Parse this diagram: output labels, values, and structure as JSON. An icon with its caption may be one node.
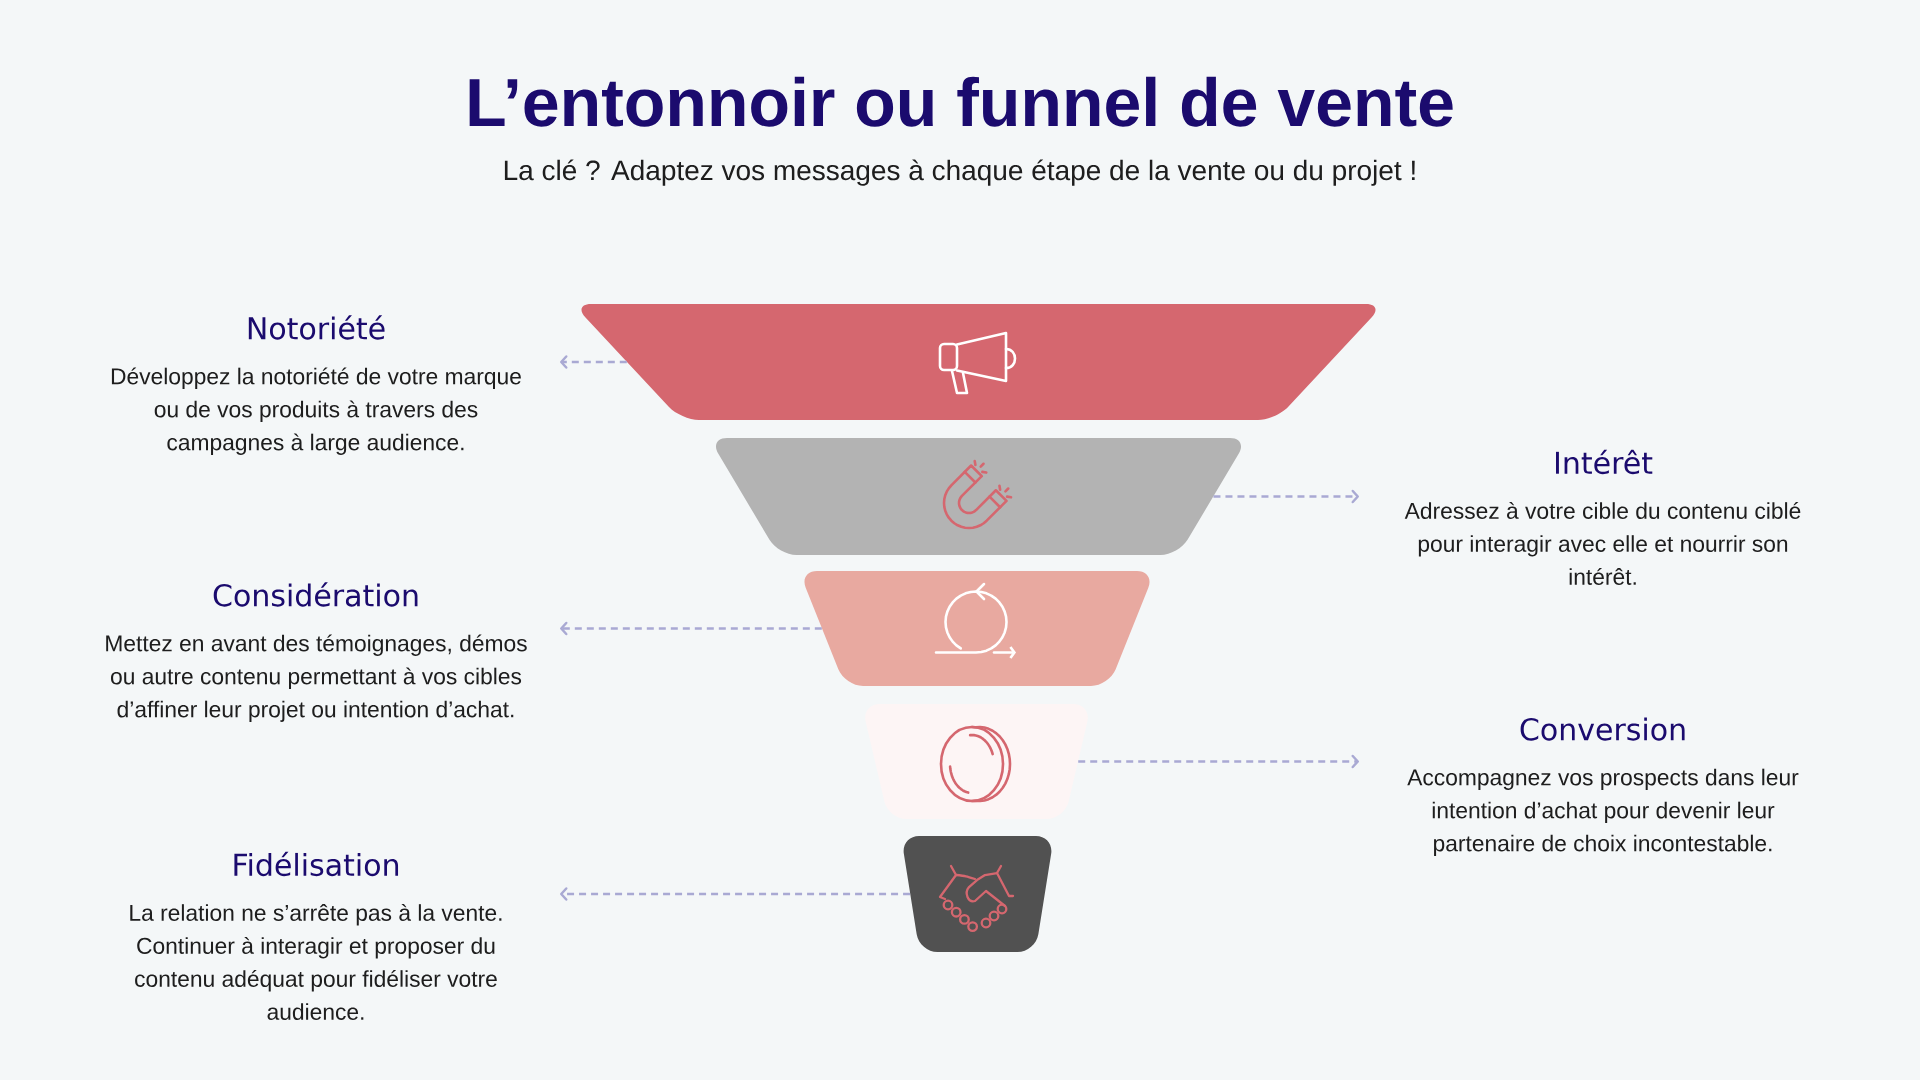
{
  "diagram": {
    "title": "L’entonnoir ou funnel de vente",
    "nodes": [
      {
        "text": [
          "Notoriété",
          "Développez la notoriété de votre marque ou de vos produits à travers des campagnes à large audience."
        ]
      },
      {
        "text": [],
        "shape": "trapezoid"
      },
      {
        "text": [],
        "shape": "trapezoid"
      },
      {
        "text": [
          "Intérêt",
          "Adressez à votre cible du contenu ciblé pour interagir avec elle et nourrir son intérêt."
        ]
      },
      {
        "text": [
          "Considération",
          "Mettez en avant des témoignages, démos ou autre contenu permettant à vos cibles d’affiner leur projet ou intention d’achat."
        ]
      },
      {
        "text": [],
        "shape": "trapezoid"
      },
      {
        "text": [],
        "shape": "trapezoid"
      },
      {
        "text": [
          "Conversion",
          "Accompagnez vos prospects dans leur intention d’achat pour devenir leur partenaire de choix incontestable."
        ]
      },
      {
        "text": [
          "Fidélisation",
          "La relation ne s’arrête pas à la vente. Continuer à interagir et proposer du contenu adéquat pour fidéliser votre audience."
        ]
      },
      {
        "text": [],
        "shape": "trapezoid"
      }
    ],
    "edges": [
      {
        "from": 1,
        "to": 0,
        "arrow": "to",
        "style": "dashed"
      },
      {
        "from": 2,
        "to": 3,
        "arrow": "to",
        "style": "dashed"
      },
      {
        "from": 5,
        "to": 4,
        "arrow": "to",
        "style": "dashed"
      },
      {
        "from": 6,
        "to": 7,
        "arrow": "to",
        "style": "dashed"
      },
      {
        "from": 9,
        "to": 8,
        "arrow": "to",
        "style": "dashed"
      }
    ],
    "labels": [
      "La clé ? Adaptez vos messages à chaque étape de la vente ou du projet !"
    ]
  }
}
